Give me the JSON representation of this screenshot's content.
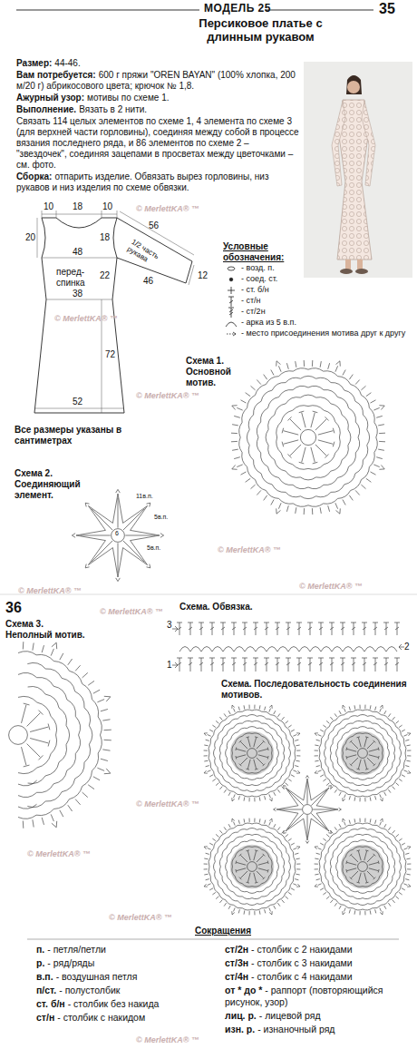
{
  "diagram": {
    "title": "Персиковое платье с длинным рукавом",
    "labels": [
      "МОДЕЛЬ 25",
      "35",
      "Размер:",
      "44-46.",
      "Вам потребуется:",
      "600 г пряжи \"OREN BAYAN\" (100% хлопка, 200 м/20 г) абрикосового цвета; крючок № 1,8.",
      "Ажурный узор:",
      "мотивы по схеме 1.",
      "Выполнение.",
      "Вязать в 2 нити.",
      "Связать 114 целых элементов по схеме 1, 4 элемента по схеме 3 (для верхней части горловины), соединяя между собой в процессе вязания последнего ряда, и 86 элементов по схеме 2 – \"звездочек\", соединяя зацепами в просветах между цветочками – см. фото.",
      "Сборка:",
      "отпарить изделие. Обвязать вырез горловины, низ рукавов и низ изделия по схеме обвязки.",
      "10",
      "18",
      "10",
      "20",
      "48",
      "перед-спинка",
      "38",
      "72",
      "52",
      "56",
      "18",
      "1/2 часть рукава",
      "22",
      "46",
      "12",
      "Условные обозначения:",
      "Все размеры указаны в сантиметрах",
      "Схема 1. Основной мотив.",
      "Схема 2. Соединяющий элемент.",
      "11в.п.",
      "5в.п.",
      "5в.п.",
      "6",
      "© MerlettKA® ™",
      "© MerlettKA® ™",
      "© MerlettKA® ™",
      "© MerlettKA® ™",
      "© MerlettKA® ™",
      "© MerlettKA® ™",
      "36",
      "Схема 3. Неполный мотив.",
      "Схема. Обвязка.",
      "3",
      "2",
      "1",
      "Схема. Последовательность соединения мотивов.",
      "© MerlettKA® ™",
      "© MerlettKA® ™",
      "© MerlettKA® ™",
      "© MerlettKA® ™",
      "© MerlettKA® ™",
      "Сокращения",
      "п.",
      "- петля/петли",
      "р.",
      "- ряд/ряды",
      "в.п.",
      "- воздушная петля",
      "п/ст.",
      "- полустолбик",
      "ст. б/н",
      "- столбик без накида",
      "ст/н",
      "- столбик с накидом",
      "ст/2н",
      "- столбик с 2 накидами",
      "ст/3н",
      "- столбик с 3 накидами",
      "ст/4н",
      "- столбик с 4 накидами",
      "от * до *",
      "- раппорт (повторяющийся рисунок, узор)",
      "лиц. р.",
      "- лицевой ряд",
      "изн. р.",
      "- изнаночный ряд"
    ],
    "legend": [
      {
        "text": "- возд. п."
      },
      {
        "text": "- соед. ст."
      },
      {
        "text": "- ст. б/н"
      },
      {
        "text": "- ст/н"
      },
      {
        "text": "- ст/2н"
      },
      {
        "text": "- арка из 5 в.п."
      },
      {
        "text": "- место присоединения мотива друг к другу"
      }
    ]
  }
}
